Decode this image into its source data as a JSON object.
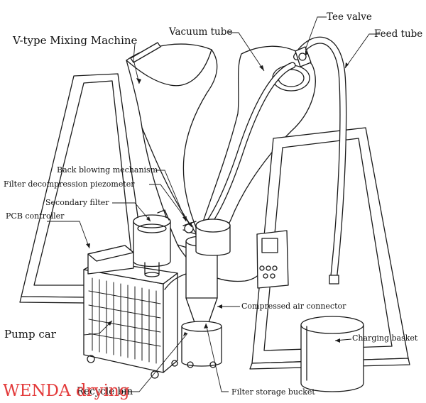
{
  "labels": {
    "v_type": "V-type Mixing Machine",
    "vacuum_tube": "Vacuum tube",
    "tee_valve": "Tee valve",
    "feed_tube": "Feed tube",
    "back_blowing": "Back blowing mechanism",
    "filter_piezo": "Filter decompression piezometer",
    "secondary_filter": "Secondary filter",
    "pcb_controller": "PCB controller",
    "compressed_air": "Compressed air connector",
    "charging_basket": "Charging basket",
    "pump_car": "Pump car",
    "recycle_bin": "Recycle bin",
    "filter_storage": "Filter storage bucket"
  },
  "watermark": "WENDA drying",
  "colors": {
    "line": "#1a1a1a",
    "watermark": "#e33b3b"
  }
}
